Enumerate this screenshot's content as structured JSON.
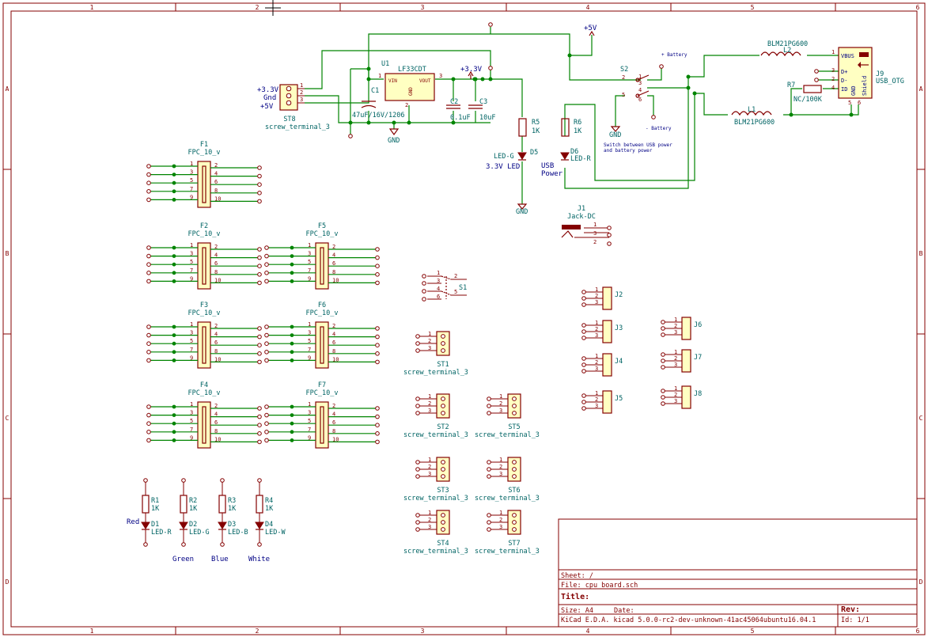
{
  "frame": {
    "col_marks": [
      "1",
      "2",
      "3",
      "4",
      "5",
      "6"
    ],
    "row_marks": [
      "A",
      "B",
      "C",
      "D"
    ]
  },
  "power": {
    "st8_ref": "ST8",
    "st8_val": "screw_terminal_3",
    "st8_pins": [
      "1",
      "2",
      "3"
    ],
    "st8_labels": [
      "+3.3V",
      "Gnd",
      "+5V"
    ],
    "u1_ref": "U1",
    "u1_val": "LF33CDT",
    "u1_vin": "VIN",
    "u1_vout": "VOUT",
    "u1_gnd": "GND",
    "u1_pins": [
      "1",
      "3",
      "2"
    ],
    "c1_ref": "C1",
    "c1_val": "47uF/16V/1206",
    "c2_ref": "C2",
    "c2_val": "0.1uF",
    "c3_ref": "C3",
    "c3_val": "10uF",
    "gnd": "GND",
    "plus5v": "+5V",
    "plus33v": "+3.3V",
    "r5_ref": "R5",
    "r5_val": "1K",
    "d5_ref": "D5",
    "d5_val": "LED-G",
    "d5_label": "3.3V LED",
    "r6_ref": "R6",
    "r6_val": "1K",
    "d6_ref": "D6",
    "d6_val": "LED-R",
    "d6_label_1": "USB",
    "d6_label_2": "Power",
    "s2_ref": "S2",
    "s2_pins": [
      "2",
      "3",
      "1",
      "4",
      "5",
      "6"
    ],
    "battery_plus": "+ Battery",
    "battery_minus": "- Battery",
    "s2_note_1": "Switch between USB power",
    "s2_note_2": "and battery power",
    "l2_ref": "L2",
    "l2_val": "BLM21PG600",
    "l1_ref": "L1",
    "l1_val": "BLM21PG600",
    "r7_ref": "R7",
    "r7_val": "NC/100K",
    "j9_ref": "J9",
    "j9_val": "USB_OTG",
    "j9_pins": [
      "1",
      "2",
      "3",
      "4",
      "5",
      "6"
    ],
    "j9_signals": [
      "VBUS",
      "D-",
      "D+",
      "ID",
      "GND",
      "Shield"
    ]
  },
  "fpc": [
    {
      "ref": "F1",
      "val": "FPC_10_v"
    },
    {
      "ref": "F2",
      "val": "FPC_10_v"
    },
    {
      "ref": "F3",
      "val": "FPC_10_v"
    },
    {
      "ref": "F4",
      "val": "FPC_10_v"
    },
    {
      "ref": "F5",
      "val": "FPC_10_v"
    },
    {
      "ref": "F6",
      "val": "FPC_10_v"
    },
    {
      "ref": "F7",
      "val": "FPC_10_v"
    }
  ],
  "fpc_left_pins": [
    "1",
    "3",
    "5",
    "7",
    "9"
  ],
  "fpc_right_pins": [
    "2",
    "4",
    "6",
    "8",
    "10"
  ],
  "jack": {
    "ref": "J1",
    "val": "Jack-DC",
    "pins": [
      "1",
      "3",
      "2"
    ]
  },
  "switch_s1": {
    "ref": "S1",
    "pins": [
      "1",
      "3",
      "4",
      "6",
      "2",
      "5"
    ]
  },
  "screw": [
    {
      "ref": "ST1",
      "val": "screw_terminal_3"
    },
    {
      "ref": "ST2",
      "val": "screw_terminal_3"
    },
    {
      "ref": "ST3",
      "val": "screw_terminal_3"
    },
    {
      "ref": "ST4",
      "val": "screw_terminal_3"
    },
    {
      "ref": "ST5",
      "val": "screw_terminal_3"
    },
    {
      "ref": "ST6",
      "val": "screw_terminal_3"
    },
    {
      "ref": "ST7",
      "val": "screw_terminal_3"
    }
  ],
  "screw_pins": [
    "1",
    "2",
    "3"
  ],
  "jst": [
    "J2",
    "J3",
    "J4",
    "J5",
    "J6",
    "J7",
    "J8"
  ],
  "leds": [
    {
      "r_ref": "R1",
      "r_val": "1K",
      "d_ref": "D1",
      "d_val": "LED-R",
      "color": "Red"
    },
    {
      "r_ref": "R2",
      "r_val": "1K",
      "d_ref": "D2",
      "d_val": "LED-G",
      "color": "Green"
    },
    {
      "r_ref": "R3",
      "r_val": "1K",
      "d_ref": "D3",
      "d_val": "LED-B",
      "color": "Blue"
    },
    {
      "r_ref": "R4",
      "r_val": "1K",
      "d_ref": "D4",
      "d_val": "LED-W",
      "color": "White"
    }
  ],
  "title_block": {
    "sheet": "Sheet: /",
    "file": "File: cpu_board.sch",
    "title": "Title:",
    "size": "Size: A4",
    "date": "Date:",
    "rev": "Rev:",
    "kicad": "KiCad E.D.A.  kicad 5.0.0-rc2-dev-unknown-41ac45064ubuntu16.04.1",
    "id": "Id: 1/1"
  },
  "colors": {
    "frame": "#840000",
    "wire": "#008400",
    "component_fill": "#ffffc2",
    "reference_text": "#006464",
    "label_text": "#000084"
  }
}
